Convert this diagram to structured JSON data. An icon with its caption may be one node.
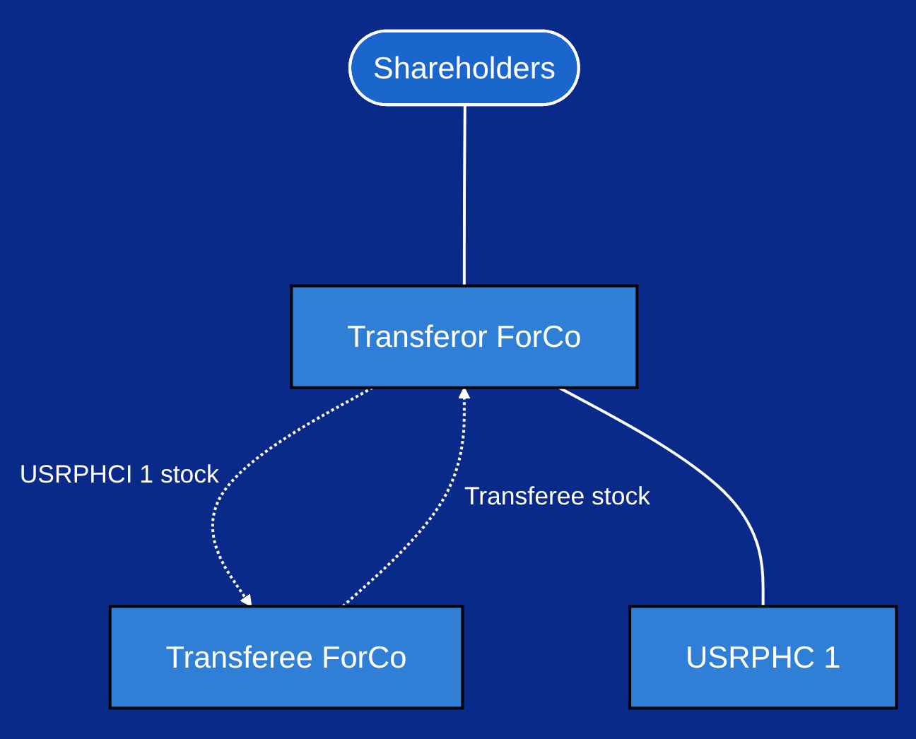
{
  "diagram": {
    "nodes": [
      {
        "text": [
          "Shareholders"
        ]
      },
      {
        "text": [
          "Transferor ForCo"
        ]
      },
      {
        "text": [
          "Transferee ForCo"
        ]
      },
      {
        "text": [
          "USRPHC 1"
        ]
      }
    ],
    "edges": [
      {
        "from": 0,
        "to": 1,
        "arrow": "none"
      },
      {
        "from": 2,
        "to": 1,
        "arrow": "to",
        "label": "Transferee stock",
        "style": "dashed"
      },
      {
        "from": 1,
        "to": 2,
        "arrow": "to",
        "label": "USRPHCI 1 stock",
        "style": "dashed"
      },
      {
        "from": 1,
        "to": 3,
        "arrow": "none"
      }
    ]
  }
}
